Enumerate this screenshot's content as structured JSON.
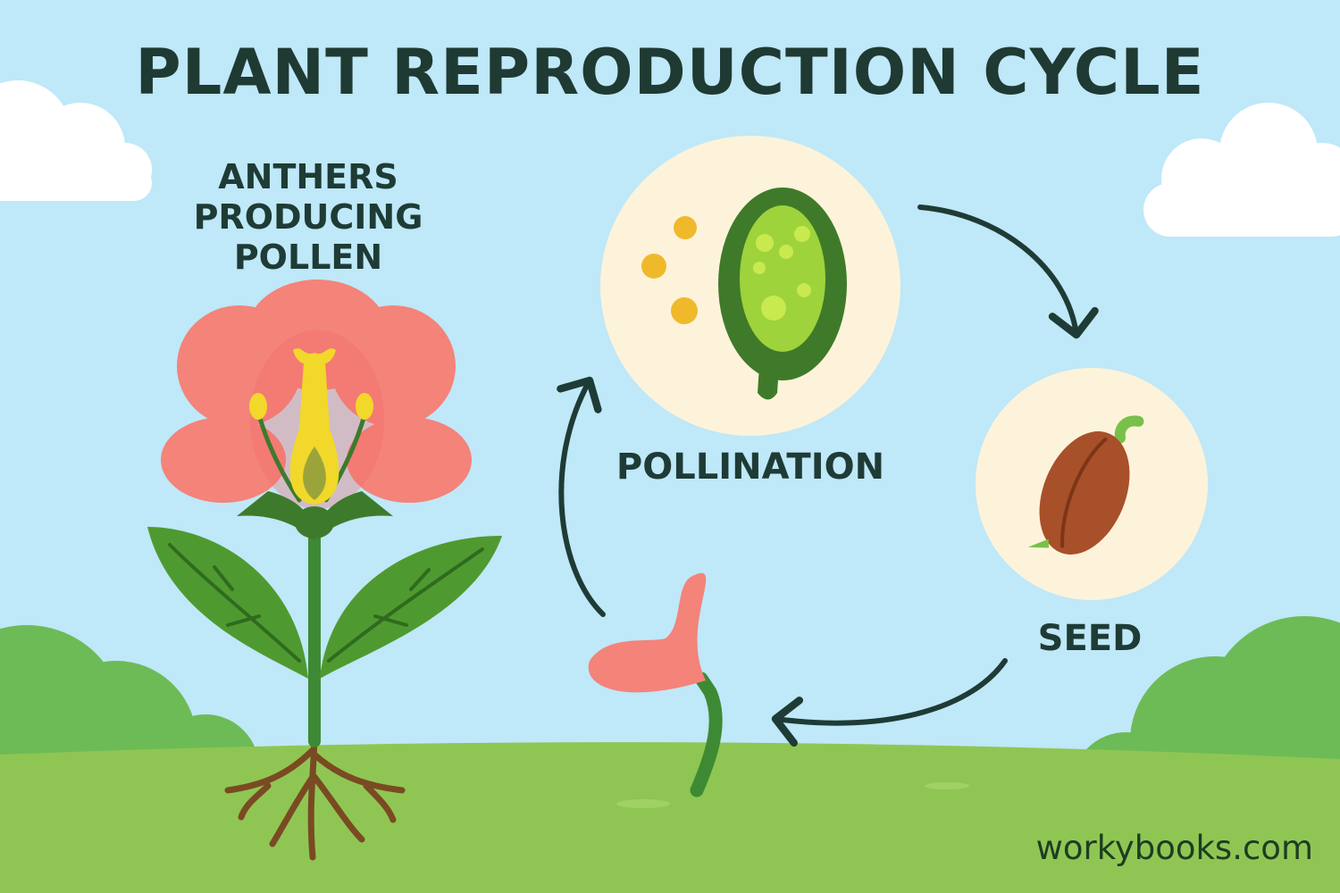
{
  "title": "PLANT REPRODUCTION CYCLE",
  "labels": {
    "anthers": "ANTHERS\nPRODUCING\nPOLLEN",
    "pollination": "POLLINATION",
    "seed": "SEED"
  },
  "brand": "workybooks.com",
  "icons": [
    "flower-icon",
    "pollen-grain-icon",
    "ovule-icon",
    "seed-icon",
    "sprout-icon",
    "cloud-icon",
    "cycle-arrow-icon"
  ],
  "colors": {
    "sky": "#bfe8f8",
    "grass": "#8fc653",
    "hill": "#6dbb56",
    "petal": "#f4837a",
    "pistil": "#f2d82a",
    "leaf": "#4f9a30",
    "stem": "#3e8a34",
    "root": "#7a4a22",
    "pollen": "#f0b92c",
    "ovule": "#3f7a2a",
    "ovule_inner": "#9ed33b",
    "circle_bg": "#fdf3da",
    "seed": "#a8502a",
    "arrow": "#1e3b36",
    "text": "#1f3a33"
  }
}
